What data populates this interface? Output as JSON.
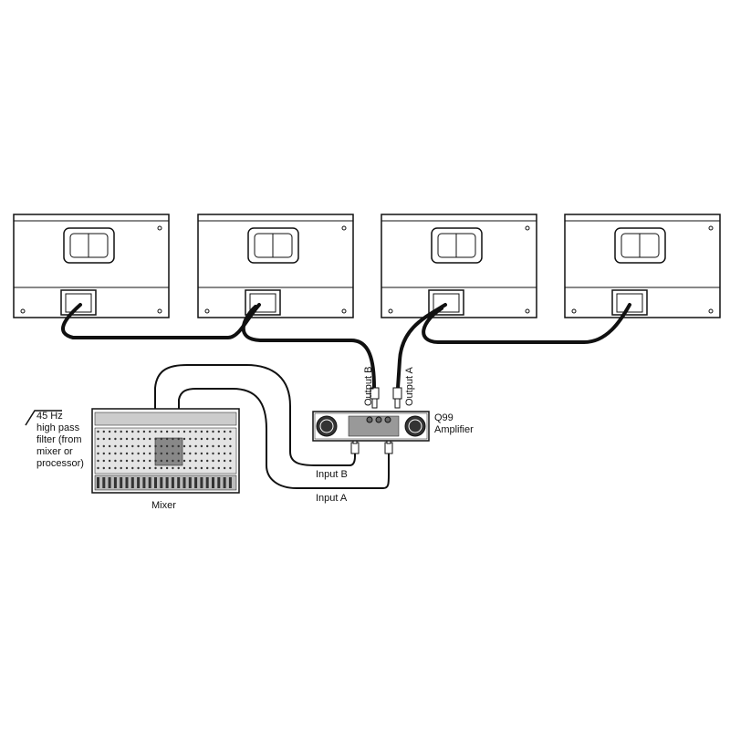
{
  "labels": {
    "filter": [
      "45 Hz",
      "high pass",
      "filter (from",
      "mixer or",
      "processor)"
    ],
    "mixer": "Mixer",
    "amplifier": [
      "Q99",
      "Amplifier"
    ],
    "output_b": "Output B",
    "output_a": "Output A",
    "input_b": "Input B",
    "input_a": "Input A"
  },
  "speakers": [
    "speaker-1",
    "speaker-2",
    "speaker-3",
    "speaker-4"
  ]
}
